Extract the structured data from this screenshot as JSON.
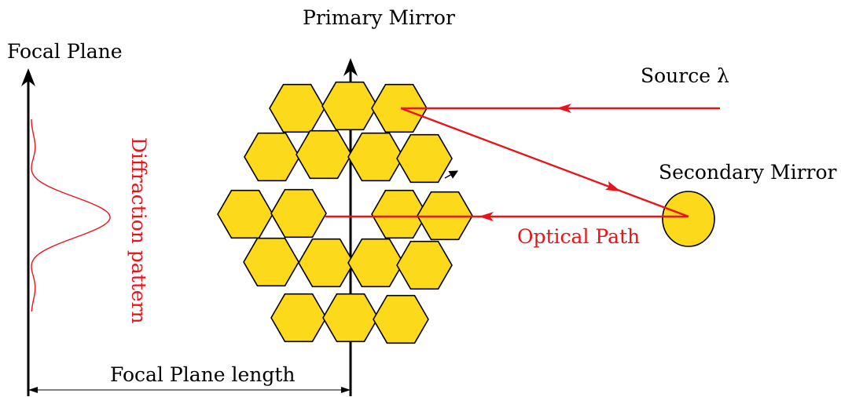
{
  "labels": {
    "primary_mirror": "Primary Mirror",
    "focal_plane": "Focal Plane",
    "source": "Source λ",
    "secondary_mirror": "Secondary Mirror",
    "optical_path": "Optical Path",
    "diffraction_pattern": "Diffraction pattern",
    "focal_plane_length": "Focal Plane length"
  },
  "colors": {
    "mirror_fill": "#FCD91A",
    "ray": "#E8141B",
    "outline": "#000000",
    "background": "#ffffff"
  }
}
